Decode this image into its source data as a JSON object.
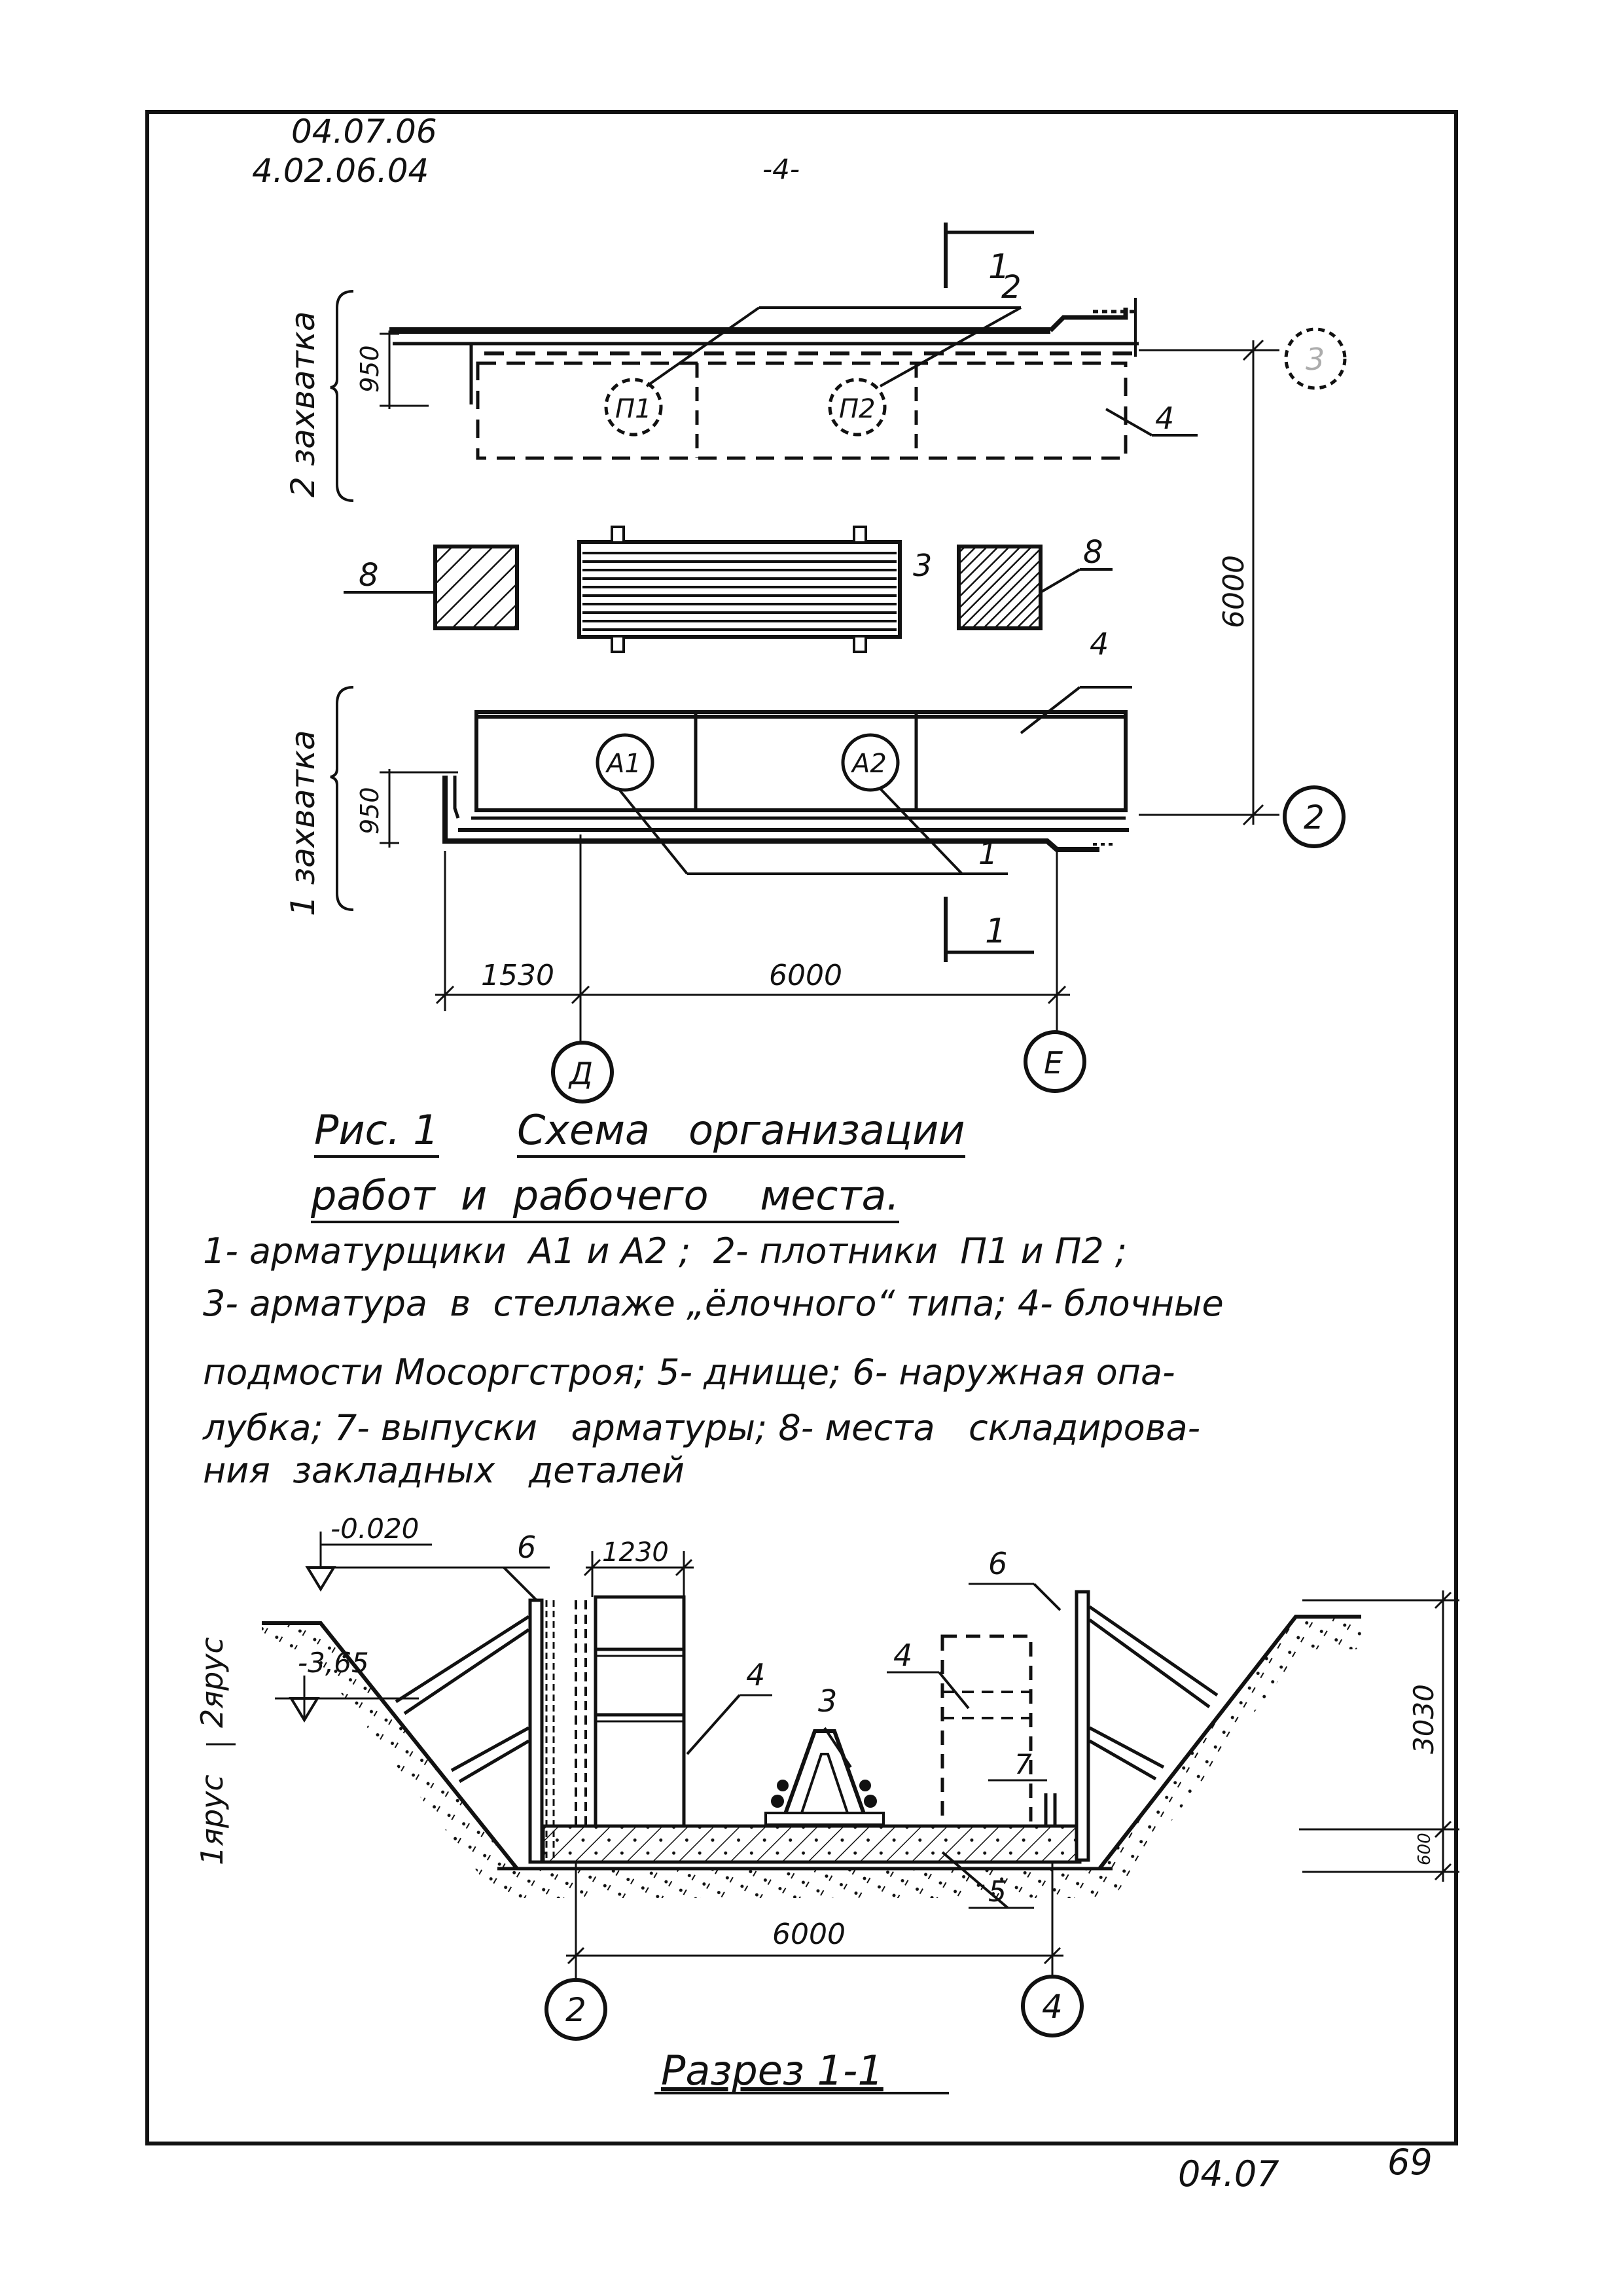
{
  "header": {
    "code_1": "04.07.06",
    "code_2": "4.02.06.04",
    "page_mark": "-4-"
  },
  "plan": {
    "section_mark_top": "1",
    "section_mark_bottom": "1",
    "zone_2_label": "2 захватка",
    "zone_1_label": "1 захватка",
    "dim_950_top": "950",
    "dim_950_bottom": "950",
    "dim_6000_vertical": "6000",
    "dim_1530": "1530",
    "dim_6000_horizontal": "6000",
    "axis_top_right": "3",
    "axis_bottom_right": "2",
    "axis_left": "Д",
    "axis_right": "Е",
    "worker_p1": "П1",
    "worker_p2": "П2",
    "worker_a1": "А1",
    "worker_a2": "А2",
    "callout_1": "1",
    "callout_2": "2",
    "callout_3": "3",
    "callout_4_top": "4",
    "callout_4_bottom": "4",
    "callout_8_left": "8",
    "callout_8_right": "8"
  },
  "caption": {
    "line_1_prefix": "Рис. 1",
    "line_1_text": "Схема   организации",
    "line_2_text": "работ  и  рабочего    места."
  },
  "legend": {
    "line_1": "1- арматурщики  А1 и А2 ;  2- плотники  П1 и П2 ;",
    "line_2": "3- арматура  в  стеллаже „ёлочного“ типа; 4- блочные",
    "line_3": "подмости Мосоргстроя; 5- днище; 6- наружная опа-",
    "line_4": "лубка; 7- выпуски   арматуры; 8- места   складирова-",
    "line_5": "ния  закладных   деталей"
  },
  "section": {
    "level_top": "-0.020",
    "level_bottom": "-3,65",
    "tier_2": "2ярус",
    "tier_1": "1ярус",
    "dim_1230": "1230",
    "dim_3030": "3030",
    "dim_600": "600",
    "dim_6000": "6000",
    "axis_left": "2",
    "axis_right": "4",
    "callout_6_left": "6",
    "callout_6_right": "6",
    "callout_4_left": "4",
    "callout_4_right": "4",
    "callout_3": "3",
    "callout_7": "7",
    "callout_5": "5",
    "title": "Разрез 1-1"
  },
  "footer": {
    "doc_code": "04.07",
    "page_number": "69"
  }
}
